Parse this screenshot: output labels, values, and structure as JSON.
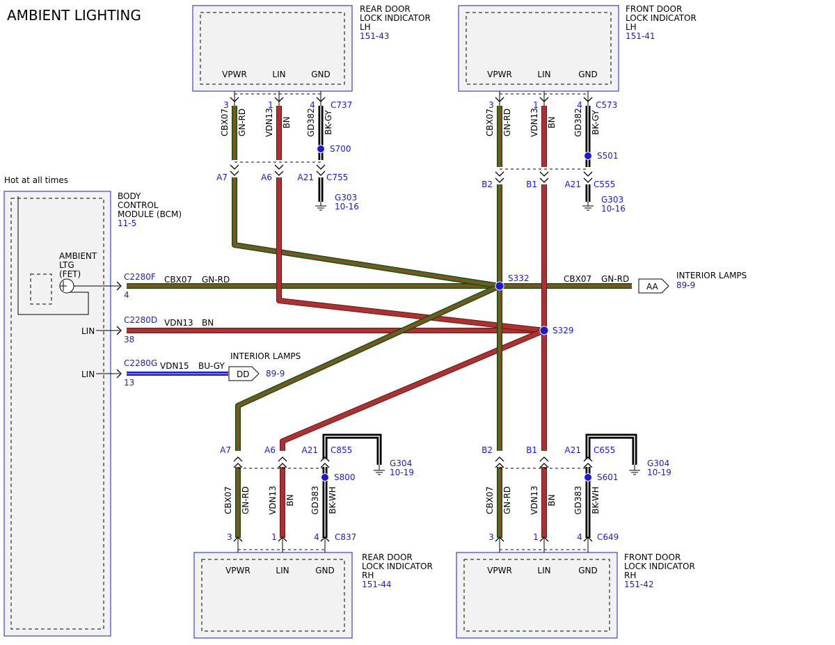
{
  "title": "AMBIENT LIGHTING",
  "hot_at_all_times": "Hot at all times",
  "bcm": {
    "name_lines": [
      "BODY",
      "CONTROL",
      "MODULE (BCM)"
    ],
    "ref": "11-5",
    "fet_lines": [
      "AMBIENT",
      "LTG",
      "(FET)"
    ],
    "pins": [
      {
        "connector": "C2280F",
        "pin": "4",
        "label": "",
        "circuit": "CBX07",
        "color": "GN-RD"
      },
      {
        "connector": "C2280D",
        "pin": "38",
        "label": "LIN",
        "circuit": "VDN13",
        "color": "BN"
      },
      {
        "connector": "C2280G",
        "pin": "13",
        "label": "LIN",
        "circuit": "VDN15",
        "color": "BU-GY"
      }
    ]
  },
  "interior_lamps_aa": {
    "tag": "AA",
    "label": "INTERIOR LAMPS",
    "ref": "89-9"
  },
  "interior_lamps_dd": {
    "tag": "DD",
    "label": "INTERIOR LAMPS",
    "ref": "89-9"
  },
  "splices": {
    "s332": {
      "name": "S332",
      "right_circuit": "CBX07",
      "right_color": "GN-RD"
    },
    "s329": {
      "name": "S329"
    }
  },
  "modules": {
    "rear_lh": {
      "name_lines": [
        "REAR DOOR",
        "LOCK INDICATOR",
        "LH"
      ],
      "ref": "151-43",
      "pin_labels": [
        "VPWR",
        "LIN",
        "GND"
      ],
      "pins": [
        "3",
        "1",
        "4"
      ],
      "connector": "C737",
      "wires": [
        {
          "circuit": "CBX07",
          "color": "GN-RD"
        },
        {
          "circuit": "VDN13",
          "color": "BN"
        },
        {
          "circuit": "GD382",
          "color": "BK-GY"
        }
      ],
      "splice": "S700",
      "inline_pins": [
        "A7",
        "A6",
        "A21"
      ],
      "inline_connector": "C755",
      "ground": "G303",
      "ground_ref": "10-16"
    },
    "front_lh": {
      "name_lines": [
        "FRONT DOOR",
        "LOCK INDICATOR",
        "LH"
      ],
      "ref": "151-41",
      "pin_labels": [
        "VPWR",
        "LIN",
        "GND"
      ],
      "pins": [
        "3",
        "1",
        "4"
      ],
      "connector": "C573",
      "wires": [
        {
          "circuit": "CBX07",
          "color": "GN-RD"
        },
        {
          "circuit": "VDN13",
          "color": "BN"
        },
        {
          "circuit": "GD382",
          "color": "BK-GY"
        }
      ],
      "splice": "S501",
      "inline_pins": [
        "B2",
        "B1",
        "A21"
      ],
      "inline_connector": "C555",
      "ground": "G303",
      "ground_ref": "10-16"
    },
    "rear_rh": {
      "name_lines": [
        "REAR DOOR",
        "LOCK INDICATOR",
        "RH"
      ],
      "ref": "151-44",
      "pin_labels": [
        "VPWR",
        "LIN",
        "GND"
      ],
      "pins": [
        "3",
        "1",
        "4"
      ],
      "connector": "C837",
      "wires": [
        {
          "circuit": "CBX07",
          "color": "GN-RD"
        },
        {
          "circuit": "VDN13",
          "color": "BN"
        },
        {
          "circuit": "GD383",
          "color": "BK-WH"
        }
      ],
      "splice": "S800",
      "inline_pins": [
        "A7",
        "A6",
        "A21"
      ],
      "inline_connector": "C855",
      "ground": "G304",
      "ground_ref": "10-19"
    },
    "front_rh": {
      "name_lines": [
        "FRONT DOOR",
        "LOCK INDICATOR",
        "RH"
      ],
      "ref": "151-42",
      "pin_labels": [
        "VPWR",
        "LIN",
        "GND"
      ],
      "pins": [
        "3",
        "1",
        "4"
      ],
      "connector": "C649",
      "wires": [
        {
          "circuit": "CBX07",
          "color": "GN-RD"
        },
        {
          "circuit": "VDN13",
          "color": "BN"
        },
        {
          "circuit": "GD383",
          "color": "BK-WH"
        }
      ],
      "splice": "S601",
      "inline_pins": [
        "B2",
        "B1",
        "A21"
      ],
      "inline_connector": "C655",
      "ground": "G304",
      "ground_ref": "10-19"
    }
  },
  "colors": {
    "gn_rd_base": "#3f6b1a",
    "gn_rd_stripe": "#c0392b",
    "bn": "#b03030",
    "bn_dark": "#5a1818",
    "bu_gy": "#1a1ad6",
    "splice": "#1a1ad6",
    "reference": "#1a1ad6"
  }
}
